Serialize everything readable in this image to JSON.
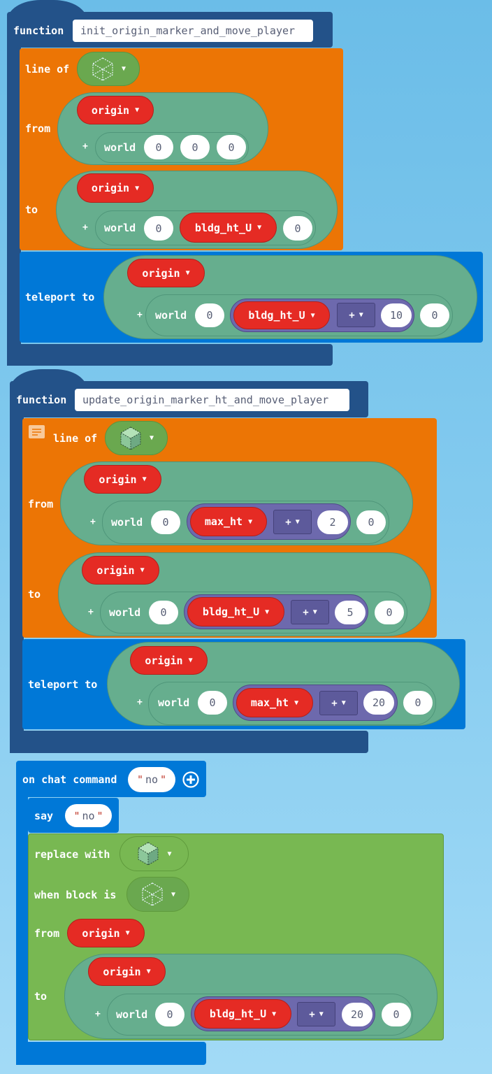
{
  "colors": {
    "function": "#235289",
    "loops": "#ec7505",
    "player": "#0078d7",
    "blocks": "#78b852",
    "variable": "#e52b24",
    "position": "#66ae8e",
    "math": "#6d69ad"
  },
  "f1": {
    "keyword": "function",
    "name": "init_origin_marker_and_move_player",
    "line_of": "line of",
    "line_block_icon": "glass-block",
    "from_label": "from",
    "from_var": "origin",
    "from_plus": "+",
    "from_world": "world",
    "from_coords": [
      "0",
      "0",
      "0"
    ],
    "to_label": "to",
    "to_var": "origin",
    "to_plus": "+",
    "to_world": "world",
    "to_coords": [
      "0",
      "bldg_ht_U",
      "0"
    ],
    "tp_label": "teleport to",
    "tp_var": "origin",
    "tp_plus": "+",
    "tp_world": "world",
    "tp_x": "0",
    "tp_y_var": "bldg_ht_U",
    "tp_y_op": "+",
    "tp_y_num": "10",
    "tp_z": "0"
  },
  "f2": {
    "keyword": "function",
    "name": "update_origin_marker_ht_and_move_player",
    "line_of": "line of",
    "line_block_icon": "green-glass-block",
    "from_label": "from",
    "from_var": "origin",
    "from_plus": "+",
    "from_world": "world",
    "from_x": "0",
    "from_y_var": "max_ht",
    "from_y_op": "+",
    "from_y_num": "2",
    "from_z": "0",
    "to_label": "to",
    "to_var": "origin",
    "to_plus": "+",
    "to_world": "world",
    "to_x": "0",
    "to_y_var": "bldg_ht_U",
    "to_y_op": "+",
    "to_y_num": "5",
    "to_z": "0",
    "tp_label": "teleport to",
    "tp_var": "origin",
    "tp_plus": "+",
    "tp_world": "world",
    "tp_x": "0",
    "tp_y_var": "max_ht",
    "tp_y_op": "+",
    "tp_y_num": "20",
    "tp_z": "0"
  },
  "chat": {
    "label": "on chat command",
    "command": "no",
    "quote": "\"",
    "say_label": "say",
    "say_text": "no",
    "replace_label": "replace with",
    "replace_icon": "green-glass-block",
    "when_label": "when block is",
    "when_icon": "glass-block",
    "from_label": "from",
    "from_var": "origin",
    "to_label": "to",
    "to_var": "origin",
    "to_plus": "+",
    "to_world": "world",
    "to_x": "0",
    "to_y_var": "bldg_ht_U",
    "to_y_op": "+",
    "to_y_num": "20",
    "to_z": "0"
  }
}
